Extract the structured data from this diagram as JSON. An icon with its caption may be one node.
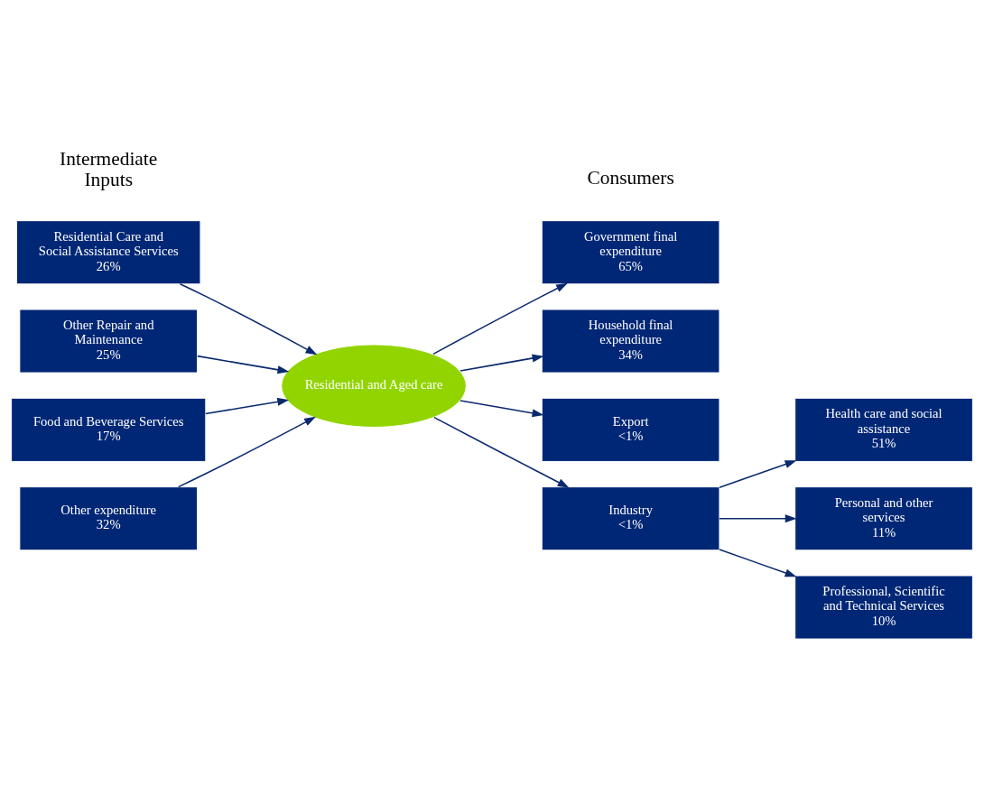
{
  "diagram": {
    "nodes": [
      {
        "text": [
          "Residential Care and Social Assistance Services",
          "26%"
        ]
      },
      {
        "text": [
          "Other Repair and Maintenance",
          "25%"
        ]
      },
      {
        "text": [
          "Food and Beverage Services",
          "17%"
        ]
      },
      {
        "text": [
          "Other expenditure",
          "32%"
        ]
      },
      {
        "text": [
          "Residential and Aged care"
        ]
      },
      {
        "text": [
          "Government final expenditure",
          "65%"
        ]
      },
      {
        "text": [
          "Household final expenditure",
          "34%"
        ]
      },
      {
        "text": [
          "Export",
          "<1%"
        ]
      },
      {
        "text": [
          "Industry",
          "<1%"
        ]
      },
      {
        "text": [
          "Health care and social assistance",
          "51%"
        ]
      },
      {
        "text": [
          "Personal and other services",
          "11%"
        ]
      },
      {
        "text": [
          "Professional, Scientific and Technical Services",
          "10%"
        ]
      }
    ],
    "edges": [
      {
        "from": 0,
        "to": 4,
        "arrow": "to"
      },
      {
        "from": 1,
        "to": 4,
        "arrow": "to"
      },
      {
        "from": 2,
        "to": 4,
        "arrow": "to"
      },
      {
        "from": 3,
        "to": 4,
        "arrow": "to"
      },
      {
        "from": 4,
        "to": 5,
        "arrow": "to"
      },
      {
        "from": 4,
        "to": 6,
        "arrow": "to"
      },
      {
        "from": 4,
        "to": 7,
        "arrow": "to"
      },
      {
        "from": 4,
        "to": 8,
        "arrow": "to"
      },
      {
        "from": 8,
        "to": 9,
        "arrow": "to"
      },
      {
        "from": 8,
        "to": 10,
        "arrow": "to"
      },
      {
        "from": 8,
        "to": 11,
        "arrow": "to"
      }
    ],
    "labels": [
      "Intermediate Inputs",
      "Consumers"
    ]
  }
}
